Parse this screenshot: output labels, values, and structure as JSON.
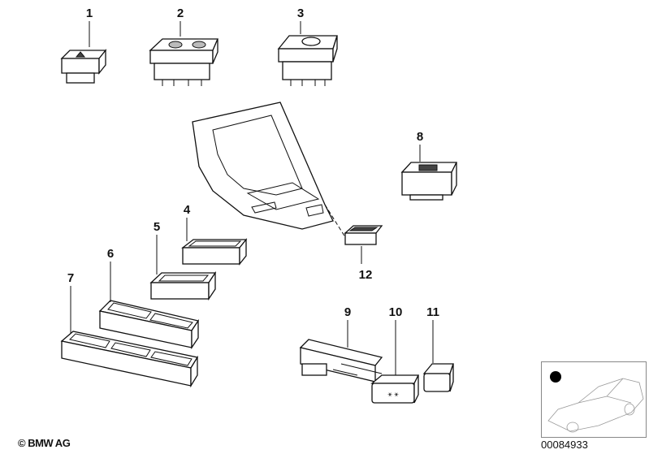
{
  "diagram": {
    "labels": [
      {
        "id": "1",
        "text": "1"
      },
      {
        "id": "2",
        "text": "2"
      },
      {
        "id": "3",
        "text": "3"
      },
      {
        "id": "4",
        "text": "4"
      },
      {
        "id": "5",
        "text": "5"
      },
      {
        "id": "6",
        "text": "6"
      },
      {
        "id": "7",
        "text": "7"
      },
      {
        "id": "8",
        "text": "8"
      },
      {
        "id": "9",
        "text": "9"
      },
      {
        "id": "10",
        "text": "10"
      },
      {
        "id": "11",
        "text": "11"
      },
      {
        "id": "12",
        "text": "12"
      }
    ]
  },
  "footer": {
    "copyright": "© BMW AG",
    "document_number": "00084933"
  }
}
